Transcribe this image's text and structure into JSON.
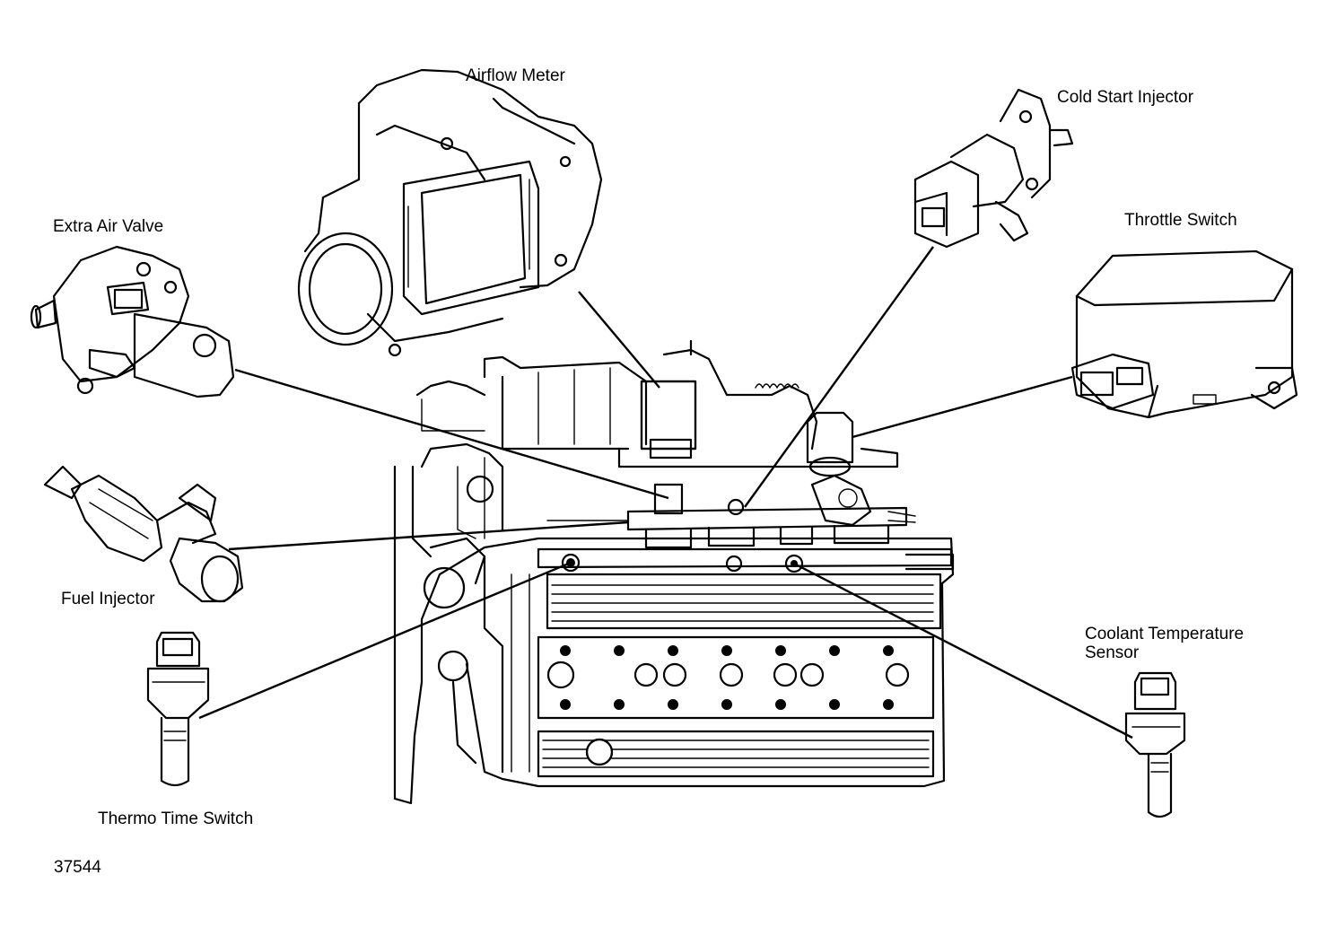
{
  "diagram": {
    "labels": {
      "airflow_meter": "Airflow Meter",
      "cold_start_injector": "Cold Start Injector",
      "extra_air_valve": "Extra Air Valve",
      "throttle_switch": "Throttle Switch",
      "fuel_injector": "Fuel Injector",
      "coolant_temperature_sensor": "Coolant Temperature Sensor",
      "thermo_time_switch": "Thermo Time Switch"
    },
    "figure_number": "37544"
  }
}
